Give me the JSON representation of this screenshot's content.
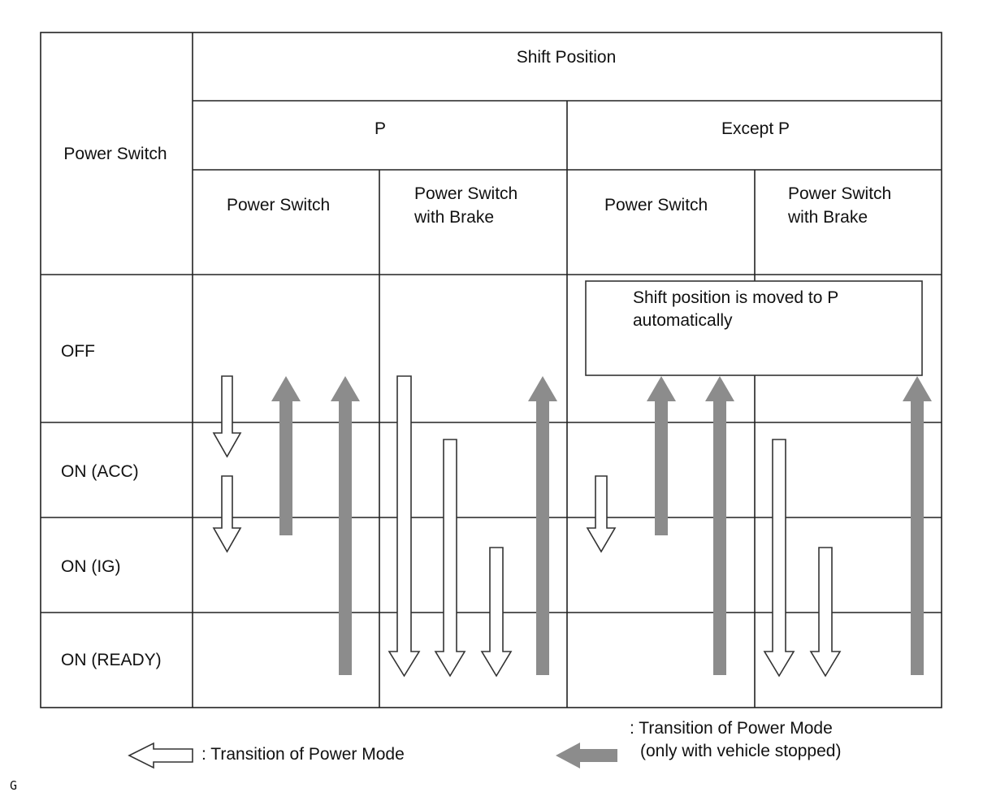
{
  "table": {
    "row_header_title": "Power Switch",
    "shift_position_header": "Shift Position",
    "groups": [
      "P",
      "Except P"
    ],
    "sub_columns": [
      "Power Switch",
      "Power Switch with Brake",
      "Power Switch",
      "Power Switch with Brake"
    ],
    "sub_column_lines": [
      [
        "Power Switch"
      ],
      [
        "Power Switch",
        "with Brake"
      ],
      [
        "Power Switch"
      ],
      [
        "Power Switch",
        "with Brake"
      ]
    ],
    "rows": [
      "OFF",
      "ON (ACC)",
      "ON (IG)",
      "ON (READY)"
    ]
  },
  "note_box": {
    "lines": [
      "Shift position is moved to P",
      "automatically"
    ]
  },
  "transitions": [
    {
      "column": 0,
      "from": "OFF",
      "to": "ON (ACC)",
      "style": "outline"
    },
    {
      "column": 0,
      "from": "ON (ACC)",
      "to": "ON (IG)",
      "style": "outline"
    },
    {
      "column": 0,
      "from": "ON (IG)",
      "to": "OFF",
      "style": "solid"
    },
    {
      "column": 0,
      "from": "ON (READY)",
      "to": "OFF",
      "style": "solid"
    },
    {
      "column": 1,
      "from": "OFF",
      "to": "ON (READY)",
      "style": "outline"
    },
    {
      "column": 1,
      "from": "ON (ACC)",
      "to": "ON (READY)",
      "style": "outline"
    },
    {
      "column": 1,
      "from": "ON (IG)",
      "to": "ON (READY)",
      "style": "outline"
    },
    {
      "column": 1,
      "from": "ON (READY)",
      "to": "OFF",
      "style": "solid"
    },
    {
      "column": 2,
      "from": "ON (ACC)",
      "to": "ON (IG)",
      "style": "outline"
    },
    {
      "column": 2,
      "from": "ON (IG)",
      "to": "OFF",
      "style": "solid"
    },
    {
      "column": 2,
      "from": "ON (READY)",
      "to": "OFF",
      "style": "solid"
    },
    {
      "column": 3,
      "from": "ON (ACC)",
      "to": "ON (READY)",
      "style": "outline"
    },
    {
      "column": 3,
      "from": "ON (IG)",
      "to": "ON (READY)",
      "style": "outline"
    },
    {
      "column": 3,
      "from": "ON (READY)",
      "to": "OFF",
      "style": "solid"
    }
  ],
  "legend": {
    "outline_label": ": Transition of Power Mode",
    "solid_label_lines": [
      ": Transition of Power Mode",
      "(only with vehicle stopped)"
    ]
  },
  "colors": {
    "solid_arrow": "#8c8c8c",
    "outline_arrow_fill": "#ffffff",
    "grid": "#222222"
  },
  "footer": {
    "code": "G"
  }
}
